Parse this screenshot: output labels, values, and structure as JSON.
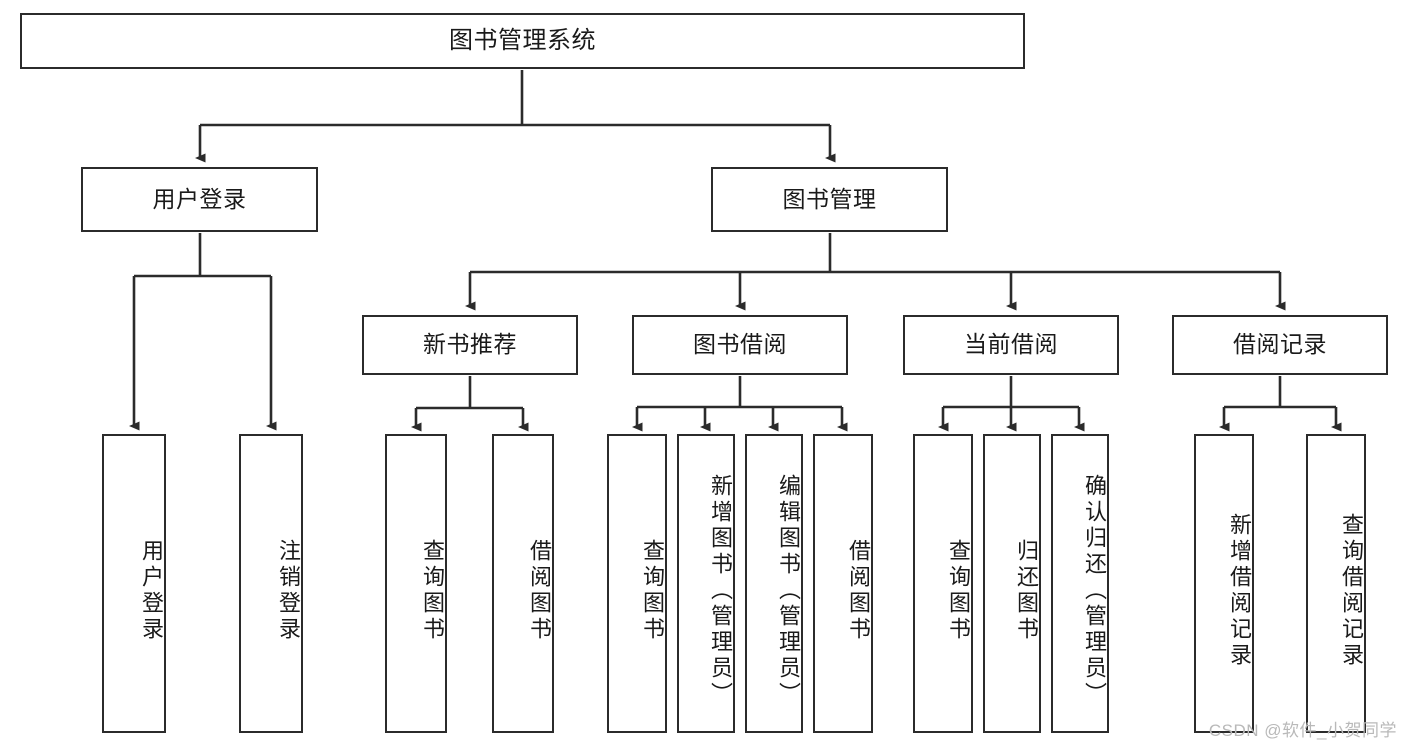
{
  "diagram": {
    "title": "图书管理系统",
    "watermark": "CSDN @软件_小贺同学",
    "colors": {
      "stroke": "#2b2b2b",
      "fill": "#ffffff",
      "text": "#1a1a1a",
      "watermark": "#b9b9b9"
    },
    "levels": {
      "root": [
        "图书管理系统"
      ],
      "level2": [
        "用户登录",
        "图书管理"
      ],
      "level3": [
        "新书推荐",
        "图书借阅",
        "当前借阅",
        "借阅记录"
      ],
      "leaves": [
        "用户登录",
        "注销登录",
        "查询图书",
        "借阅图书",
        "查询图书",
        "新增图书（管理员）",
        "编辑图书（管理员）",
        "借阅图书",
        "查询图书",
        "归还图书",
        "确认归还（管理员）",
        "新增借阅记录",
        "查询借阅记录"
      ]
    },
    "nodes": {
      "root": {
        "label": "图书管理系统"
      },
      "user_login": {
        "label": "用户登录"
      },
      "book_mgmt": {
        "label": "图书管理"
      },
      "new_book_rec": {
        "label": "新书推荐"
      },
      "book_borrow": {
        "label": "图书借阅"
      },
      "current_borrow": {
        "label": "当前借阅"
      },
      "borrow_record": {
        "label": "借阅记录"
      },
      "leaf_user_login": {
        "label": "用户登录"
      },
      "leaf_logout": {
        "label": "注销登录"
      },
      "leaf_query_book_1": {
        "label": "查询图书"
      },
      "leaf_borrow_book_1": {
        "label": "借阅图书"
      },
      "leaf_query_book_2": {
        "label": "查询图书"
      },
      "leaf_add_book": {
        "label": "新增图书（管理员）"
      },
      "leaf_edit_book": {
        "label": "编辑图书（管理员）"
      },
      "leaf_borrow_book_2": {
        "label": "借阅图书"
      },
      "leaf_query_book_3": {
        "label": "查询图书"
      },
      "leaf_return_book": {
        "label": "归还图书"
      },
      "leaf_confirm_return": {
        "label": "确认归还（管理员）"
      },
      "leaf_add_record": {
        "label": "新增借阅记录"
      },
      "leaf_query_record": {
        "label": "查询借阅记录"
      }
    }
  }
}
